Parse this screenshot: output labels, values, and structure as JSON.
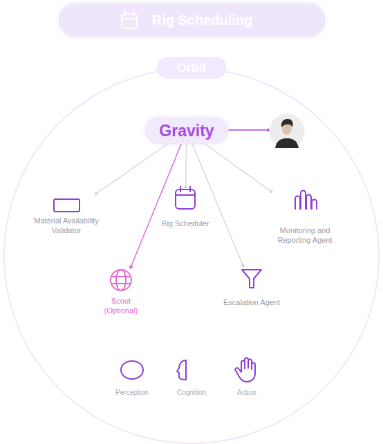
{
  "diagram": {
    "nodes": [
      {
        "text": [
          "Rig Scheduling"
        ]
      },
      {
        "text": [
          "Orbit"
        ]
      },
      {
        "text": [
          "Gravity"
        ],
        "in": 1
      },
      {
        "text": [
          "Material Availability Validator"
        ],
        "in": 1
      },
      {
        "text": [
          "Rig Scheduler"
        ],
        "in": 1
      },
      {
        "text": [
          "Monitoring and Reporting Agent"
        ],
        "in": 1
      },
      {
        "text": [
          "Scout (Optional)"
        ],
        "in": 1
      },
      {
        "text": [
          "Escalation Agent"
        ],
        "in": 1
      }
    ],
    "edges": [
      {
        "from": 2,
        "to": 3,
        "arrow": "none"
      },
      {
        "from": 2,
        "to": 4,
        "arrow": "none"
      },
      {
        "from": 2,
        "to": 5,
        "arrow": "none"
      },
      {
        "from": 2,
        "to": 6,
        "arrow": "none"
      },
      {
        "from": 2,
        "to": 7,
        "arrow": "none"
      }
    ],
    "labels": [
      "Perception",
      "Cognition",
      "Action"
    ]
  }
}
